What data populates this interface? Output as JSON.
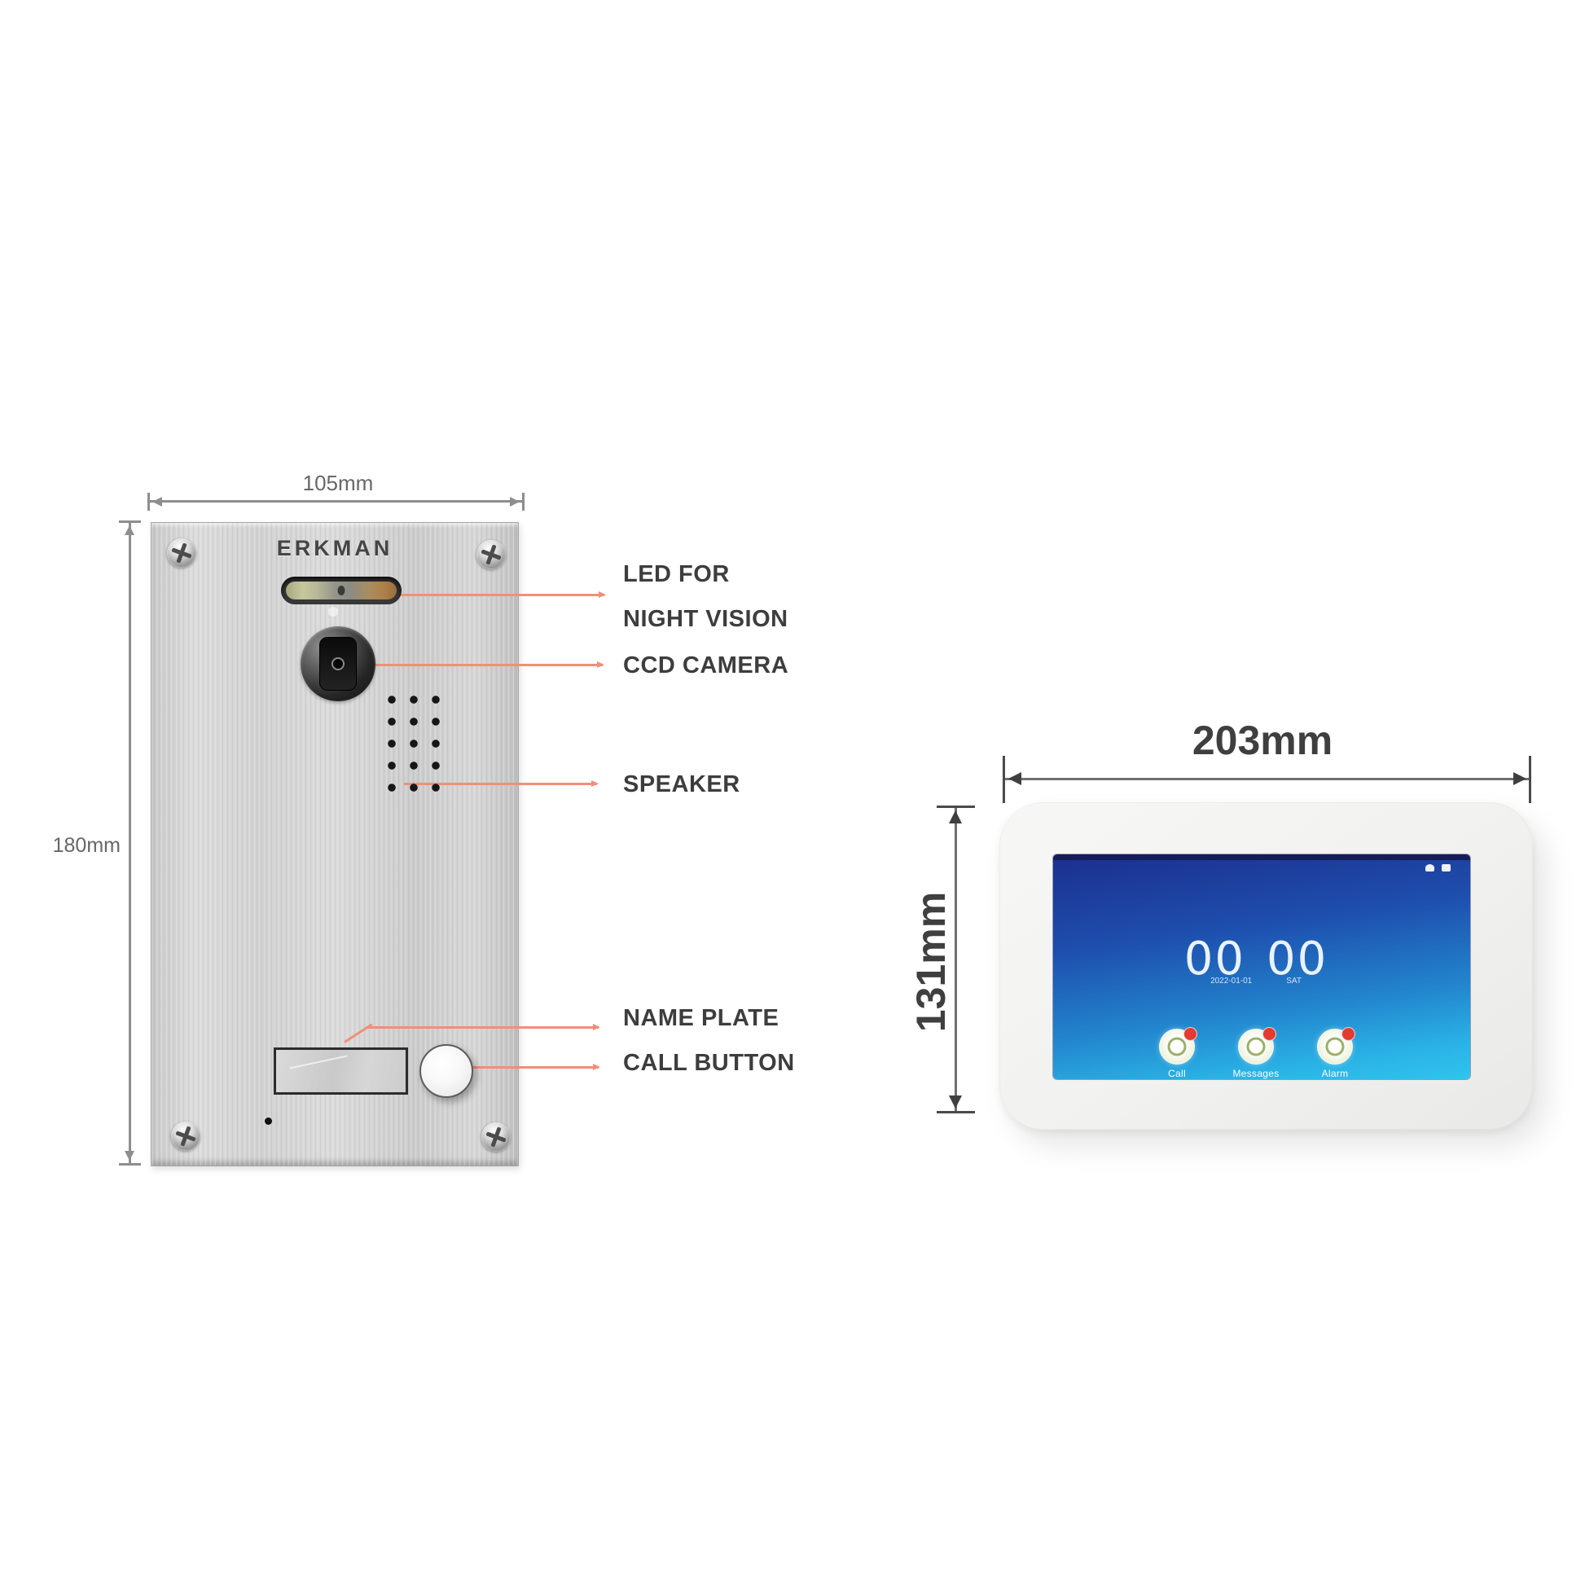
{
  "page": {
    "background": "#ffffff",
    "type": "product-spec-diagram"
  },
  "door_station": {
    "brand": "ERKMAN",
    "dimensions": {
      "width": "105mm",
      "height": "180mm"
    },
    "callouts": {
      "led_line1": "LED FOR",
      "led_line2": "NIGHT VISION",
      "camera": "CCD CAMERA",
      "speaker": "SPEAKER",
      "name_plate": "NAME PLATE",
      "call_button": "CALL BUTTON"
    },
    "hardware_icons": [
      "screw-icon",
      "led-window",
      "ccd-camera-lens",
      "speaker-grille",
      "name-plate",
      "call-button",
      "microphone-hole"
    ]
  },
  "monitor": {
    "dimensions": {
      "width": "203mm",
      "height": "131mm"
    },
    "screen": {
      "clock_hours": "00",
      "clock_minutes": "00",
      "date": "2022-01-01",
      "day": "SAT",
      "apps": [
        {
          "label": "Call",
          "icon": "call-icon",
          "badge": true
        },
        {
          "label": "Messages",
          "icon": "messages-icon",
          "badge": true
        },
        {
          "label": "Alarm",
          "icon": "alarm-icon",
          "badge": true
        }
      ],
      "status_icons": [
        "link-icon",
        "settings-icon"
      ]
    }
  },
  "colors": {
    "callout_line": "#ef9078",
    "label_text": "#3d3d3d",
    "dimension_text_small": "#676767",
    "dimension_text_large": "#3f3f3f",
    "panel_metal": "#d2d2d2",
    "screen_top": "#1c2f8e",
    "screen_bottom": "#31c3ee",
    "badge_red": "#e23b30"
  }
}
